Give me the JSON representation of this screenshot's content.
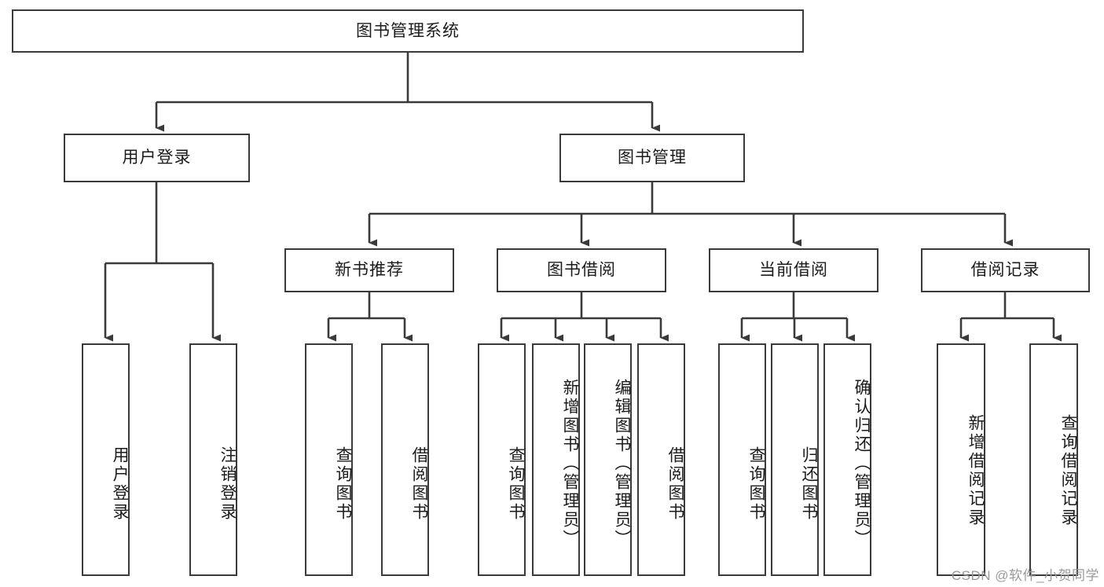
{
  "diagram": {
    "type": "tree-hierarchy",
    "title": "图书管理系统",
    "watermark": "CSDN @软件_小贺同学",
    "colors": {
      "stroke": "#3a3a3a",
      "fill": "#ffffff",
      "text": "#1b1b1b",
      "watermark": "#9a9a9a"
    },
    "root": {
      "label": "图书管理系统",
      "level": 1
    },
    "level2": [
      {
        "label": "用户登录"
      },
      {
        "label": "图书管理"
      }
    ],
    "level3": [
      {
        "label": "新书推荐"
      },
      {
        "label": "图书借阅"
      },
      {
        "label": "当前借阅"
      },
      {
        "label": "借阅记录"
      }
    ],
    "leaves": {
      "user_login": [
        {
          "label": "用户登录"
        },
        {
          "label": "注销登录"
        }
      ],
      "new_book": [
        {
          "label": "查询图书"
        },
        {
          "label": "借阅图书"
        }
      ],
      "book_borrow": [
        {
          "label": "查询图书"
        },
        {
          "label": "新增图书（管理员）"
        },
        {
          "label": "编辑图书（管理员）"
        },
        {
          "label": "借阅图书"
        }
      ],
      "current_borrow": [
        {
          "label": "查询图书"
        },
        {
          "label": "归还图书"
        },
        {
          "label": "确认归还（管理员）"
        }
      ],
      "borrow_record": [
        {
          "label": "新增借阅记录"
        },
        {
          "label": "查询借阅记录"
        }
      ]
    }
  }
}
